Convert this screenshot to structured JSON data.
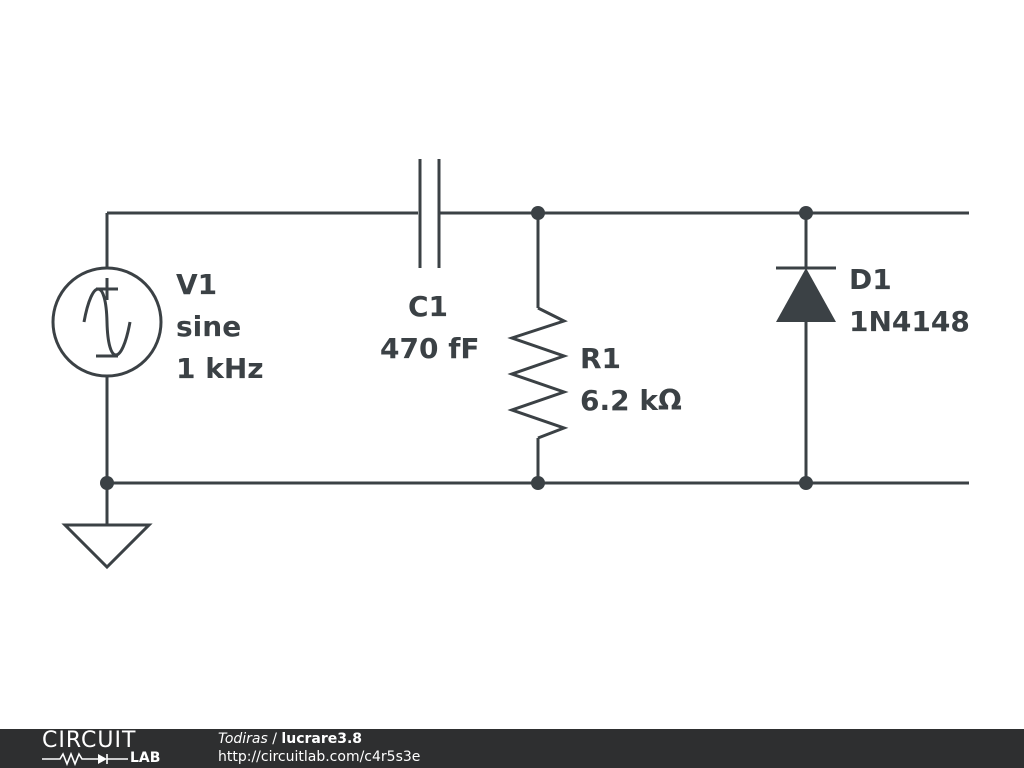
{
  "colors": {
    "ink": "#3b4145",
    "background": "#ffffff",
    "footer_bg": "#2e2f30",
    "footer_text": "#ffffff"
  },
  "components": {
    "V1": {
      "designator": "V1",
      "lines": [
        "sine",
        "1 kHz"
      ]
    },
    "C1": {
      "designator": "C1",
      "value": "470 fF"
    },
    "R1": {
      "designator": "R1",
      "value": "6.2 kΩ"
    },
    "D1": {
      "designator": "D1",
      "part": "1N4148"
    }
  },
  "footer": {
    "logo_top": "CIRCUIT",
    "logo_bottom": "LAB",
    "author": "Todiras",
    "separator": " / ",
    "title": "lucrare3.8",
    "url": "http://circuitlab.com/c4r5s3e"
  }
}
